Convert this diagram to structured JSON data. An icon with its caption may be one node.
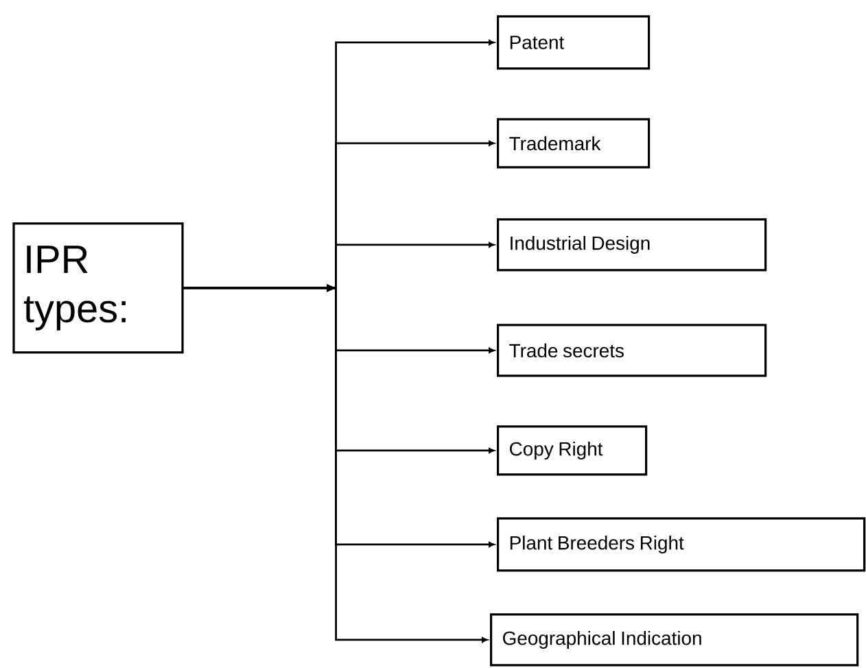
{
  "diagram": {
    "nodes": [
      {
        "text": [
          "IPR types:"
        ]
      },
      {
        "text": [
          "Patent"
        ]
      },
      {
        "text": [
          "Trademark"
        ]
      },
      {
        "text": [
          "Industrial Design"
        ]
      },
      {
        "text": [
          "Trade secrets"
        ]
      },
      {
        "text": [
          "Copy Right"
        ]
      },
      {
        "text": [
          "Plant Breeders Right"
        ]
      },
      {
        "text": [
          "Geographical Indication"
        ]
      }
    ],
    "edges": [
      {
        "from": 0,
        "to": 1,
        "arrow": "to"
      },
      {
        "from": 0,
        "to": 2,
        "arrow": "to"
      },
      {
        "from": 0,
        "to": 3,
        "arrow": "to"
      },
      {
        "from": 0,
        "to": 4,
        "arrow": "to"
      },
      {
        "from": 0,
        "to": 5,
        "arrow": "to"
      },
      {
        "from": 0,
        "to": 6,
        "arrow": "to"
      },
      {
        "from": 0,
        "to": 7,
        "arrow": "to"
      }
    ]
  }
}
